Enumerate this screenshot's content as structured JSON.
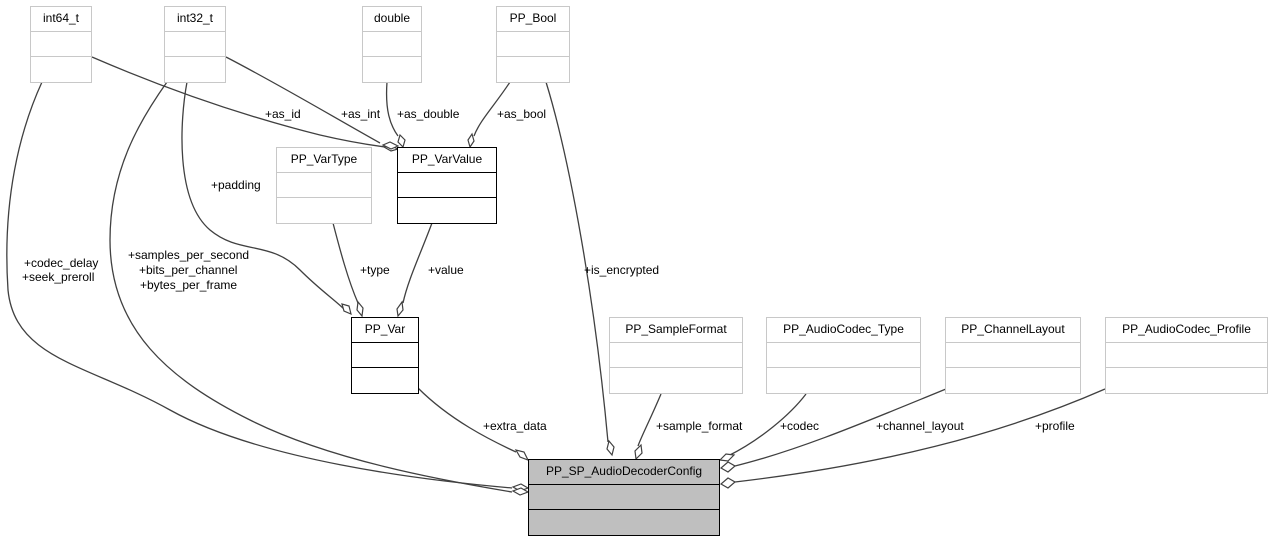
{
  "diagram": {
    "type": "collaboration",
    "classes": {
      "int64_t": "int64_t",
      "int32_t": "int32_t",
      "double": "double",
      "pp_bool": "PP_Bool",
      "pp_vartype": "PP_VarType",
      "pp_varvalue": "PP_VarValue",
      "pp_var": "PP_Var",
      "pp_sampleformat": "PP_SampleFormat",
      "pp_audiocodec_type": "PP_AudioCodec_Type",
      "pp_channellayout": "PP_ChannelLayout",
      "pp_audiocodec_profile": "PP_AudioCodec_Profile",
      "main": "PP_SP_AudioDecoderConfig"
    },
    "edges": {
      "as_id": "+as_id",
      "as_int": "+as_int",
      "as_double": "+as_double",
      "as_bool": "+as_bool",
      "padding": "+padding",
      "type": "+type",
      "value": "+value",
      "codec_delay": "+codec_delay",
      "seek_preroll": "+seek_preroll",
      "samples_per_second": "+samples_per_second",
      "bits_per_channel": "+bits_per_channel",
      "bytes_per_frame": "+bytes_per_frame",
      "is_encrypted": "+is_encrypted",
      "extra_data": "+extra_data",
      "sample_format": "+sample_format",
      "codec": "+codec",
      "channel_layout": "+channel_layout",
      "profile": "+profile"
    }
  }
}
